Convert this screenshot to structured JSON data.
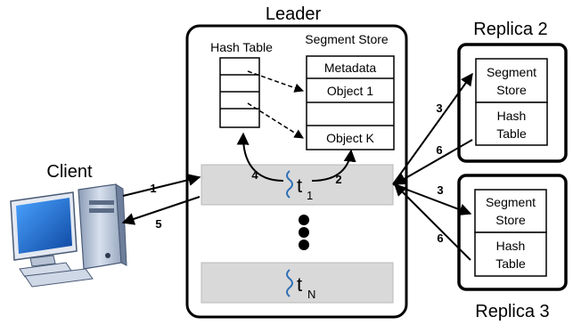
{
  "leader": {
    "title": "Leader",
    "hash_table_label": "Hash Table",
    "segment_store_label": "Segment Store",
    "segment_rows": [
      "Metadata",
      "Object 1",
      "",
      "Object K"
    ],
    "thread1": {
      "name": "t",
      "sub": "1"
    },
    "threadN": {
      "name": "t",
      "sub": "N"
    }
  },
  "client": {
    "label": "Client"
  },
  "replicas": [
    {
      "title": "Replica 2",
      "box1": [
        "Segment",
        "Store"
      ],
      "box2": [
        "Hash",
        "Table"
      ]
    },
    {
      "title": "Replica 3",
      "box1": [
        "Segment",
        "Store"
      ],
      "box2": [
        "Hash",
        "Table"
      ]
    }
  ],
  "steps": {
    "s1": "1",
    "s2": "2",
    "s3a": "3",
    "s3b": "3",
    "s4": "4",
    "s5": "5",
    "s6a": "6",
    "s6b": "6"
  },
  "colors": {
    "thread_bar": "#d9d9d9",
    "wavy": "#2e6fb5",
    "monitor": "#1565c0"
  }
}
